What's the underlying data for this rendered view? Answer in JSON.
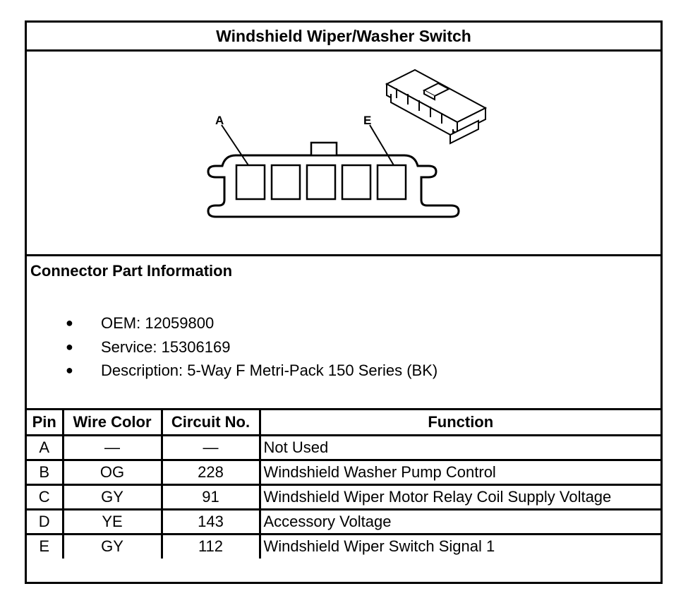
{
  "title": "Windshield Wiper/Washer Switch",
  "drawing": {
    "pin_labels": [
      "A",
      "E"
    ]
  },
  "connector_info": {
    "heading": "Connector Part Information",
    "items": [
      "OEM: 12059800",
      "Service: 15306169",
      "Description: 5-Way F Metri-Pack 150 Series (BK)"
    ]
  },
  "table": {
    "headers": [
      "Pin",
      "Wire Color",
      "Circuit No.",
      "Function"
    ],
    "rows": [
      [
        "A",
        "—",
        "—",
        "Not Used"
      ],
      [
        "B",
        "OG",
        "228",
        "Windshield Washer Pump Control"
      ],
      [
        "C",
        "GY",
        "91",
        "Windshield Wiper Motor Relay Coil Supply Voltage"
      ],
      [
        "D",
        "YE",
        "143",
        "Accessory Voltage"
      ],
      [
        "E",
        "GY",
        "112",
        "Windshield Wiper Switch Signal 1"
      ]
    ]
  }
}
